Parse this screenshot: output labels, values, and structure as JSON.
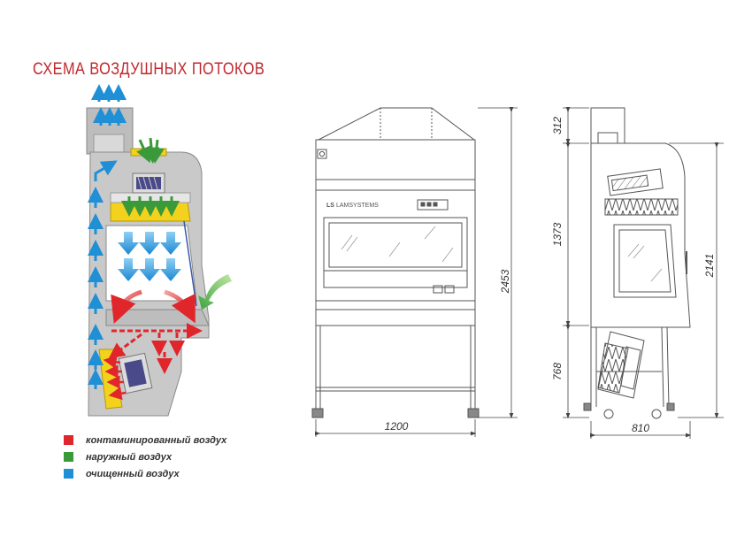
{
  "title": "СХЕМА ВОЗДУШНЫХ ПОТОКОВ",
  "legend": [
    {
      "label": "контаминированный воздух",
      "color": "#e0262b"
    },
    {
      "label": "наружный воздух",
      "color": "#3a9a3a"
    },
    {
      "label": "очищенный воздух",
      "color": "#1f8fd6"
    }
  ],
  "brand": "LAMSYSTEMS",
  "brand_mark": "LS",
  "dimensions": {
    "front_total_height": "2453",
    "front_width": "1200",
    "side_top": "312",
    "side_middle": "1373",
    "side_bottom": "768",
    "side_total": "2141",
    "side_depth": "810"
  },
  "colors": {
    "contaminated": "#e0262b",
    "outside": "#3a9a3a",
    "clean": "#1f8fd6",
    "filter": "#f2d21c",
    "cabinet": "#c7c7c7",
    "line": "#555555"
  }
}
